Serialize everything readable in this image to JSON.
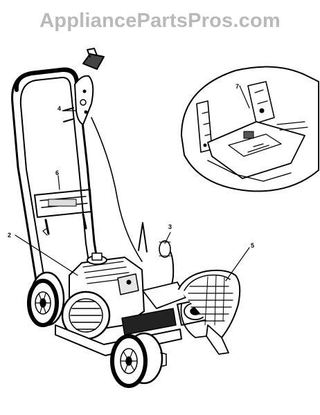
{
  "watermark": "AppliancePartsPros.com",
  "callouts": {
    "c2": "2",
    "c3": "3",
    "c4": "4",
    "c5": "5",
    "c6": "6",
    "c7": "7"
  }
}
